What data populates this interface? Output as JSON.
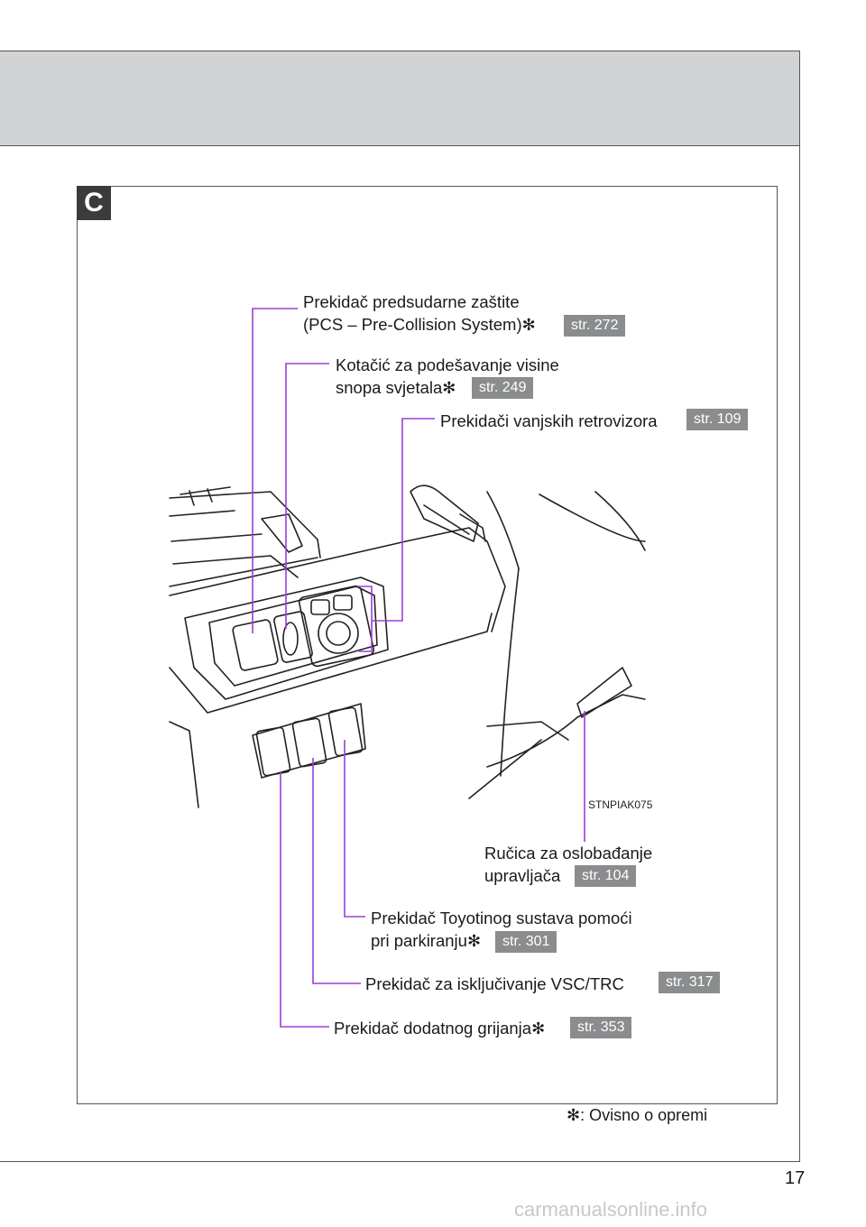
{
  "section": {
    "letter": "C"
  },
  "callouts": {
    "pcs": {
      "line1": "Prekidač predsudarne zaštite",
      "line2": "(PCS – Pre-Collision System)",
      "ref": "str. 272"
    },
    "headlamp": {
      "line1": "Kotačić za podešavanje visine",
      "line2": "snopa svjetala",
      "ref": "str. 249"
    },
    "mirrors": {
      "line1": "Prekidači vanjskih retrovizora",
      "ref": "str. 109"
    },
    "tilt": {
      "line1": "Ručica za oslobađanje",
      "line2": "upravljača",
      "ref": "str. 104"
    },
    "parking": {
      "line1": "Prekidač Toyotinog sustava pomoći",
      "line2": "pri parkiranju",
      "ref": "str. 301"
    },
    "vsc": {
      "line1": "Prekidač za isključivanje VSC/TRC",
      "ref": "str. 317"
    },
    "heater": {
      "line1": "Prekidač dodatnog grijanja",
      "ref": "str. 353"
    }
  },
  "asterisk": "✻",
  "figure_code": "STNPIAK075",
  "footnote": ": Ovisno o opremi",
  "page_number": "17",
  "watermark": "carmanualsonline.info",
  "colors": {
    "leader_line": "#9b3fd9",
    "ref_badge": "#8a8c8e",
    "header_band": "#d2d3d4"
  }
}
